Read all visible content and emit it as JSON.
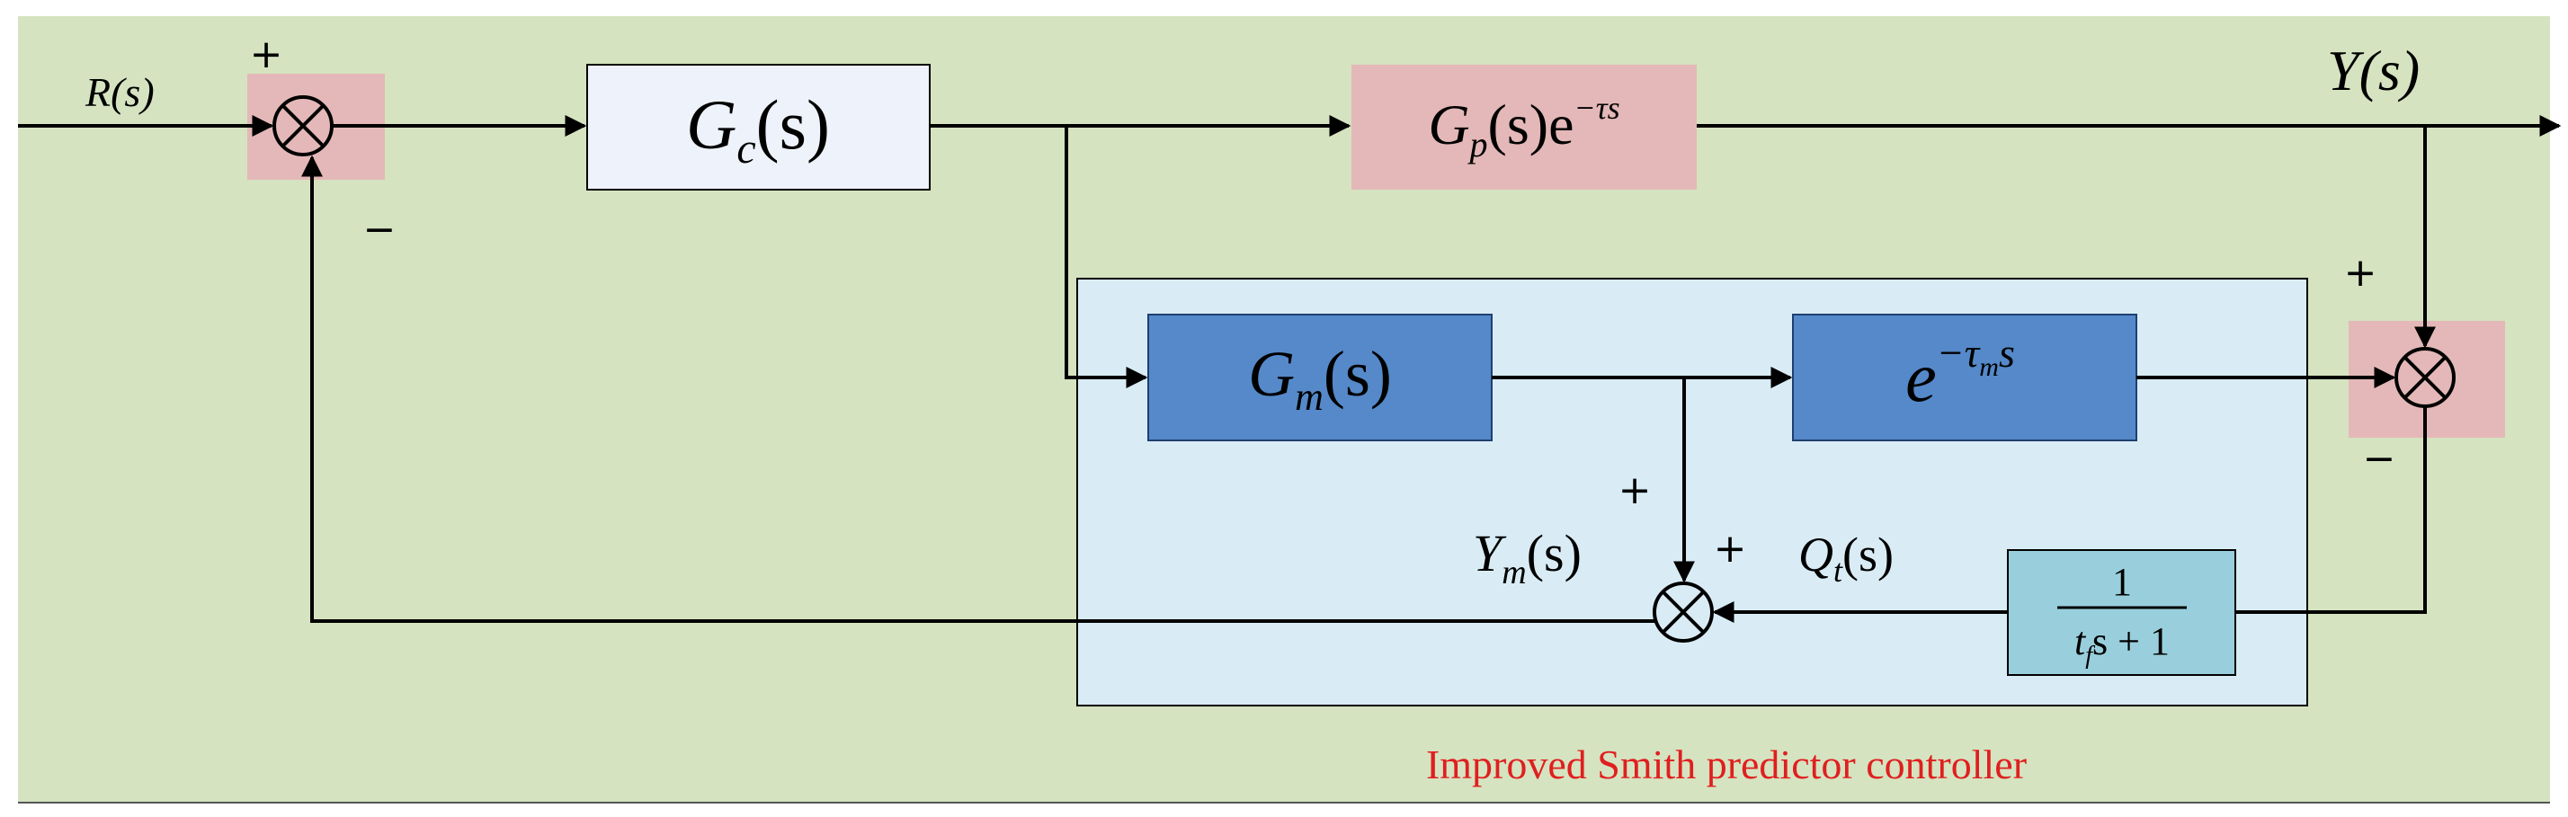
{
  "signals": {
    "input": "R(s)",
    "output": "Y(s)",
    "model_output": "Y",
    "model_output_sub": "m",
    "model_output_arg": "(s)",
    "filtered": "Q",
    "filtered_sub": "t",
    "filtered_arg": "(s)"
  },
  "blocks": {
    "controller": {
      "base": "G",
      "sub": "c",
      "arg": "(s)"
    },
    "plant": {
      "base": "G",
      "sub": "p",
      "arg": "(s)e",
      "exp": "−τs"
    },
    "model": {
      "base": "G",
      "sub": "m",
      "arg": "(s)"
    },
    "model_delay": {
      "base": "e",
      "exp": "−τ",
      "exp_sub": "m",
      "exp_tail": "s"
    },
    "filter": {
      "numerator": "1",
      "den_var": "t",
      "den_sub": "f",
      "den_tail": "s + 1"
    }
  },
  "signs": {
    "sum1_top": "+",
    "sum1_bottom": "−",
    "sum2_top": "+",
    "sum2_bottom": "−",
    "sum3_top": "+",
    "sum3_right": "+"
  },
  "caption": "Improved Smith predictor controller",
  "colors": {
    "background": "#d5e3c0",
    "predictor_region": "#d9ecf5",
    "sum_highlight": "#e4b8b8",
    "controller_block": "#eef2fa",
    "plant_block": "#e4b8b8",
    "model_block": "#5589c9",
    "filter_block": "#99cfdc",
    "caption_text": "#e01f1f",
    "line": "#000000"
  }
}
